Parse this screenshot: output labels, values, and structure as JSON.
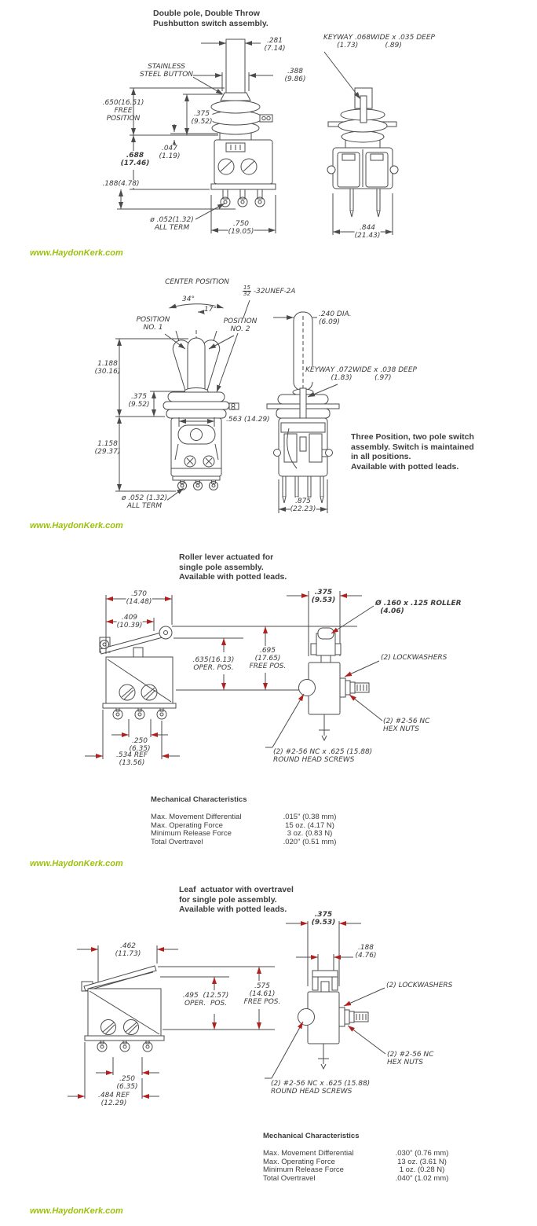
{
  "link_text": "www.HaydonKerk.com",
  "link_color": "#9cc00e",
  "s1": {
    "title": "Double pole, Double Throw\nPushbutton switch assembly.",
    "labels": {
      "stainless": "STAINLESS\nSTEEL BUTTON",
      "d281": ".281\n(7.14)",
      "d388": ".388\n(9.86)",
      "d650": ".650(16.51)\nFREE\nPOSITION",
      "d375": ".375\n(9.52)",
      "d047": ".047\n(1.19)",
      "d688": ".688\n(17.46)",
      "d188": ".188(4.78)",
      "d052": "ø .052(1.32)\nALL TERM",
      "d750": ".750\n(19.05)",
      "keyway": "KEYWAY .068WIDE x .035 DEEP\n      (1.73)            (.89)",
      "d844": ".844\n(21.43)"
    }
  },
  "s2": {
    "note": "Three Position, two pole switch\nassembly. Switch is maintained\nin all positions.\nAvailable with potted leads.",
    "labels": {
      "center_position": "CENTER POSITION",
      "a34": "34°",
      "a17": "17°",
      "pos1": "POSITION\nNO. 1",
      "pos2": "POSITION\nNO. 2",
      "thread_num": "15",
      "thread_den": "32",
      "thread": "-32UNEF-2A",
      "d240": ".240 DIA.\n(6.09)",
      "keyway": "KEYWAY .072WIDE x .038 DEEP\n(1.83)          (.97)",
      "d1188": "1.188\n(30.16)",
      "d375": ".375\n(9.52)",
      "d563": ".563 (14.29)",
      "d1158": "1.158\n(29.37)",
      "d052": "ø .052 (1.32)\nALL TERM",
      "d875": ".875\n(22.23)"
    }
  },
  "s3": {
    "title": "Roller lever actuated for\nsingle pole assembly.\nAvailable with potted leads.",
    "labels": {
      "d570": ".570\n(14.48)",
      "d409": ".409\n(10.39)",
      "d635": ".635(16.13)\nOPER. POS.",
      "d695": ".695\n(17.65)\nFREE POS.",
      "d375": ".375\n(9.53)",
      "roller": "Ø .160 x .125 ROLLER\n  (4.06)",
      "lockwashers": "(2) LOCKWASHERS",
      "hexnuts": "(2) #2-56 NC\nHEX NUTS",
      "screws": "(2) #2-56 NC x .625 (15.88)\nROUND HEAD SCREWS",
      "d250": ".250\n(6.35)",
      "d534": ".534 REF\n(13.56)"
    },
    "mech": {
      "title": "Mechanical Characteristics",
      "rows": [
        {
          "label": "Max. Movement Differential",
          "value": ".015\" (0.38 mm)"
        },
        {
          "label": "Max. Operating Force",
          "value": "15 oz. (4.17 N)"
        },
        {
          "label": "Minimum Release Force",
          "value": "3 oz. (0.83 N)"
        },
        {
          "label": "Total Overtravel",
          "value": ".020\" (0.51 mm)"
        }
      ]
    }
  },
  "s4": {
    "title": "Leaf  actuator with overtravel\nfor single pole assembly.\nAvailable with potted leads.",
    "labels": {
      "d462": ".462\n(11.73)",
      "d495": ".495  (12.57)\nOPER.  POS.",
      "d575": ".575\n(14.61)\nFREE POS.",
      "d375": ".375\n(9.53)",
      "d188": ".188\n(4.76)",
      "lockwashers": "(2) LOCKWASHERS",
      "hexnuts": "(2) #2-56 NC\nHEX NUTS",
      "screws": "(2) #2-56 NC x .625 (15.88)\nROUND HEAD SCREWS",
      "d250": ".250\n(6.35)",
      "d484": ".484 REF\n(12.29)"
    },
    "mech": {
      "title": "Mechanical Characteristics",
      "rows": [
        {
          "label": "Max. Movement Differential",
          "value": ".030\" (0.76 mm)"
        },
        {
          "label": "Max. Operating Force",
          "value": "13 oz. (3.61 N)"
        },
        {
          "label": "Minimum Release Force",
          "value": "1 oz. (0.28 N)"
        },
        {
          "label": "Total Overtravel",
          "value": ".040\" (1.02 mm)"
        }
      ]
    }
  }
}
